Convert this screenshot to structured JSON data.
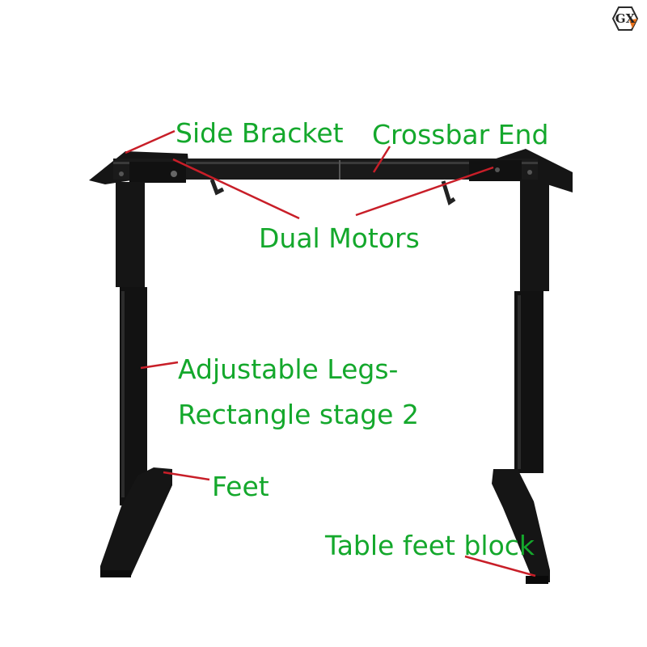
{
  "logo_text": "GX",
  "colors": {
    "label": "#14a82c",
    "pointer": "#c81e28",
    "frame": "#141414",
    "background": "#ffffff"
  },
  "labels": {
    "side_bracket": "Side Bracket",
    "crossbar_end": "Crossbar End",
    "dual_motors": "Dual Motors",
    "adjustable_legs_line1": "Adjustable Legs-",
    "adjustable_legs_line2": "Rectangle stage 2",
    "feet": "Feet",
    "table_feet_block": "Table feet block"
  }
}
